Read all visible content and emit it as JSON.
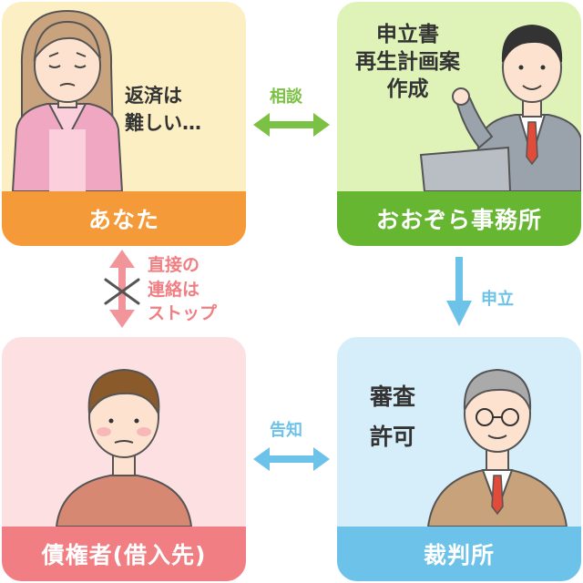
{
  "you": {
    "label": "あなた",
    "speech_line1": "返済は",
    "speech_line2": "難しい…"
  },
  "office": {
    "label": "おおぞら事務所",
    "text_line1": "申立書",
    "text_line2": "再生計画案",
    "text_line3": "作成"
  },
  "creditor": {
    "label": "債権者(借入先)"
  },
  "court": {
    "label": "裁判所",
    "text_line1": "審査",
    "text_line2": "許可"
  },
  "arrows": {
    "consult": "相談",
    "file": "申立",
    "notify": "告知",
    "stop_line1": "直接の",
    "stop_line2": "連絡は",
    "stop_line3": "ストップ"
  },
  "colors": {
    "you_bg": "#fcefc4",
    "you_bar": "#f59a38",
    "office_bg": "#dff3b8",
    "office_bar": "#66b631",
    "creditor_bg": "#fde0e2",
    "creditor_bar": "#f07e82",
    "court_bg": "#d5eef9",
    "court_bar": "#6cc2e8"
  }
}
